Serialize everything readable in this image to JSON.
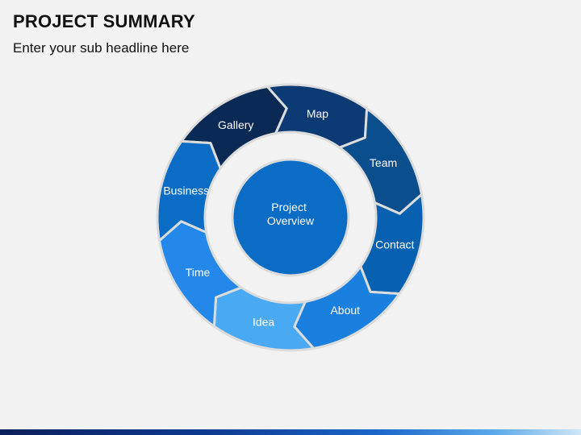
{
  "header": {
    "title": "PROJECT SUMMARY",
    "subtitle": "Enter your sub headline here"
  },
  "diagram": {
    "center": {
      "line1": "Project",
      "line2": "Overview",
      "color": "#0a6cc4"
    },
    "segments": [
      {
        "label": "Gallery",
        "color": "#0a2a55"
      },
      {
        "label": "Map",
        "color": "#0c3a75"
      },
      {
        "label": "Team",
        "color": "#0a4e8e"
      },
      {
        "label": "Contact",
        "color": "#0860b0"
      },
      {
        "label": "About",
        "color": "#1a80e0"
      },
      {
        "label": "Idea",
        "color": "#49a9f2"
      },
      {
        "label": "Time",
        "color": "#2388ea"
      },
      {
        "label": "Business",
        "color": "#0a6cc4"
      }
    ],
    "text_color": "#ffffff",
    "stroke_color": "#dcdcdc"
  }
}
